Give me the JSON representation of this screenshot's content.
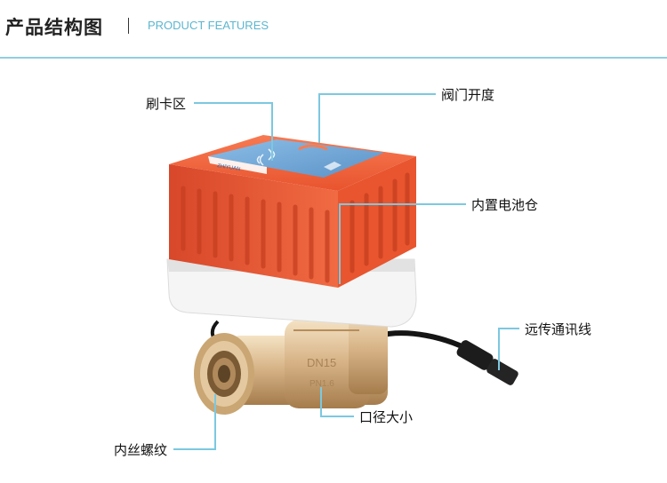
{
  "header": {
    "title": "产品结构图",
    "subtitle": "PRODUCT FEATURES"
  },
  "product": {
    "brand_label": "ZHIYUAN",
    "body_text_1": "DN15",
    "body_text_2": "PN1.6"
  },
  "callouts": {
    "card_area": "刷卡区",
    "valve_opening": "阀门开度",
    "battery_compartment": "内置电池仓",
    "remote_cable": "远传通讯线",
    "port_size": "口径大小",
    "inner_thread": "内丝螺纹"
  },
  "colors": {
    "accent": "#7cc8e0",
    "actuator_orange": "#ef5a32",
    "panel_blue": "#6fa7d6",
    "brass": "#d9b68a"
  }
}
